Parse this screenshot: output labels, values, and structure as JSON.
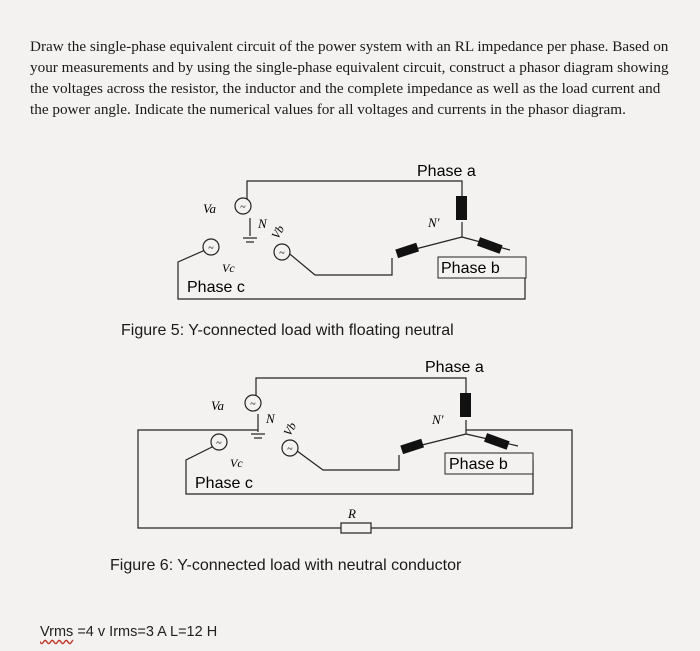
{
  "problem_text": "Draw the single-phase equivalent circuit of the power system with an RL impedance per phase. Based on your measurements and by using the single-phase equivalent circuit, construct a phasor diagram showing the voltages across the resistor, the inductor and the complete impedance as well as the load current and the power angle. Indicate the numerical values for all voltages and currents in the phasor diagram.",
  "figure5": {
    "caption": "Figure 5: Y-connected load with floating neutral",
    "labels": {
      "phase_a": "Phase a",
      "phase_b": "Phase b",
      "phase_c": "Phase c",
      "va": "Va",
      "vb": "Vb",
      "vc": "Vc",
      "n": "N",
      "n_prime": "N′"
    }
  },
  "figure6": {
    "caption": "Figure 6: Y-connected load with neutral conductor",
    "labels": {
      "phase_a": "Phase a",
      "phase_b": "Phase b",
      "phase_c": "Phase c",
      "va": "Va",
      "vb": "Vb",
      "vc": "Vc",
      "n": "N",
      "n_prime": "N′",
      "r": "R"
    }
  },
  "given": {
    "vrms_label": "Vrms",
    "rest": " =4 v Irms=3 A L=12 H"
  }
}
